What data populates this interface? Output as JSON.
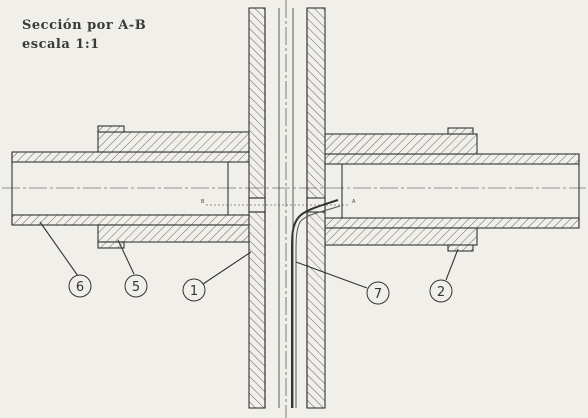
{
  "title": {
    "line1": "Sección por A-B",
    "line2": "escala 1:1"
  },
  "section_marks": {
    "a": "A",
    "b": "B"
  },
  "callouts": [
    {
      "id": "c6",
      "label": "6"
    },
    {
      "id": "c5",
      "label": "5"
    },
    {
      "id": "c1",
      "label": "1"
    },
    {
      "id": "c7",
      "label": "7"
    },
    {
      "id": "c2",
      "label": "2"
    }
  ],
  "colors": {
    "ink": "#3a3a3a",
    "paper": "#f1efea"
  }
}
